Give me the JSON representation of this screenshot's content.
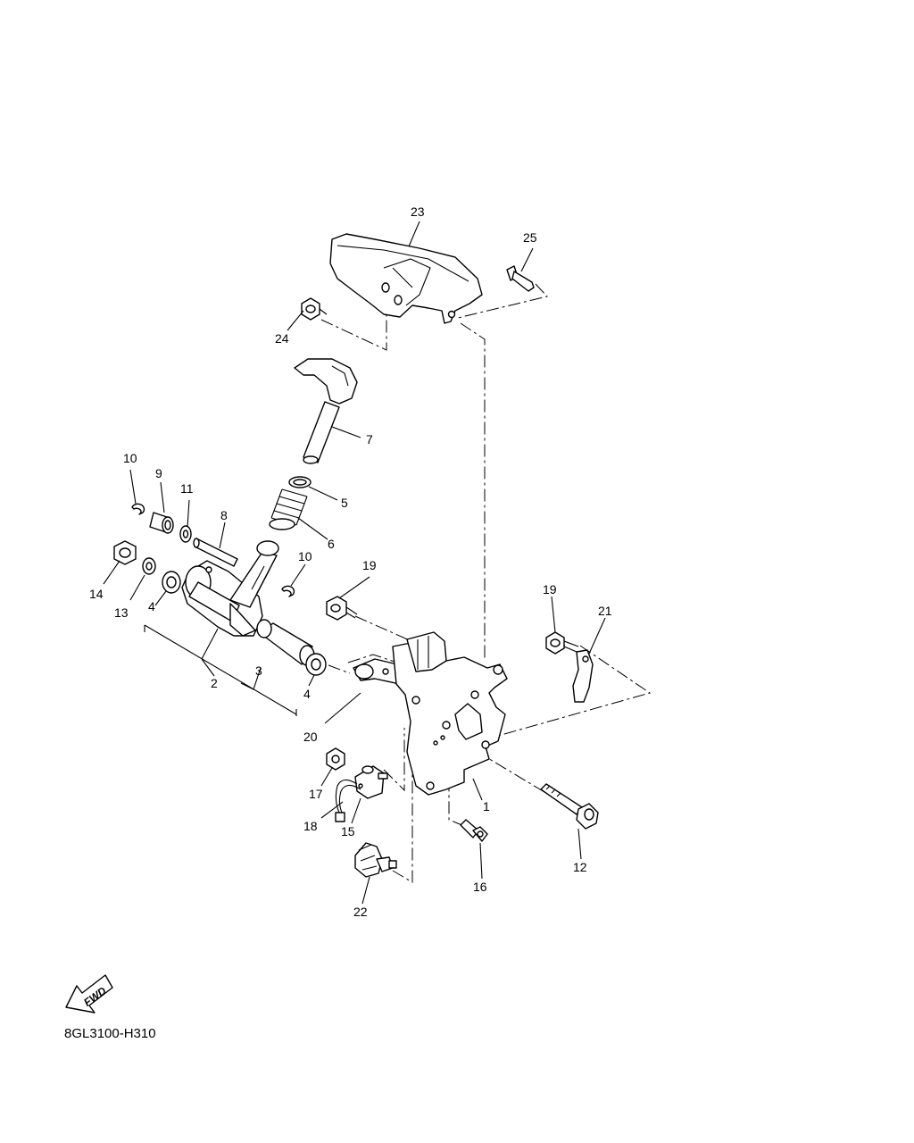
{
  "diagram_code": "8GL3100-H310",
  "fwd_label": "FWD",
  "parts": [
    {
      "id": "p1",
      "number": "1",
      "name": "bracket"
    },
    {
      "id": "p2",
      "number": "2",
      "name": "lever-assembly"
    },
    {
      "id": "p3",
      "number": "3",
      "name": "collar"
    },
    {
      "id": "p4a",
      "number": "4",
      "name": "bushing-left"
    },
    {
      "id": "p4b",
      "number": "4",
      "name": "bushing-right"
    },
    {
      "id": "p5",
      "number": "5",
      "name": "washer"
    },
    {
      "id": "p6",
      "number": "6",
      "name": "spring"
    },
    {
      "id": "p7",
      "number": "7",
      "name": "lever-handle"
    },
    {
      "id": "p8",
      "number": "8",
      "name": "pin"
    },
    {
      "id": "p9",
      "number": "9",
      "name": "collar-small"
    },
    {
      "id": "p10a",
      "number": "10",
      "name": "clip-top"
    },
    {
      "id": "p10b",
      "number": "10",
      "name": "clip-middle"
    },
    {
      "id": "p11",
      "number": "11",
      "name": "washer-small"
    },
    {
      "id": "p12",
      "number": "12",
      "name": "long-bolt"
    },
    {
      "id": "p13",
      "number": "13",
      "name": "plain-washer"
    },
    {
      "id": "p14",
      "number": "14",
      "name": "nut"
    },
    {
      "id": "p15",
      "number": "15",
      "name": "switch"
    },
    {
      "id": "p16",
      "number": "16",
      "name": "screw"
    },
    {
      "id": "p17",
      "number": "17",
      "name": "nut-small"
    },
    {
      "id": "p18",
      "number": "18",
      "name": "lead-wire"
    },
    {
      "id": "p19a",
      "number": "19",
      "name": "bolt-center"
    },
    {
      "id": "p19b",
      "number": "19",
      "name": "bolt-right"
    },
    {
      "id": "p20",
      "number": "20",
      "name": "plate-lever"
    },
    {
      "id": "p21",
      "number": "21",
      "name": "stay"
    },
    {
      "id": "p22",
      "number": "22",
      "name": "holder"
    },
    {
      "id": "p23",
      "number": "23",
      "name": "cover"
    },
    {
      "id": "p24",
      "number": "24",
      "name": "bolt-cover"
    },
    {
      "id": "p25",
      "number": "25",
      "name": "rivet"
    }
  ]
}
